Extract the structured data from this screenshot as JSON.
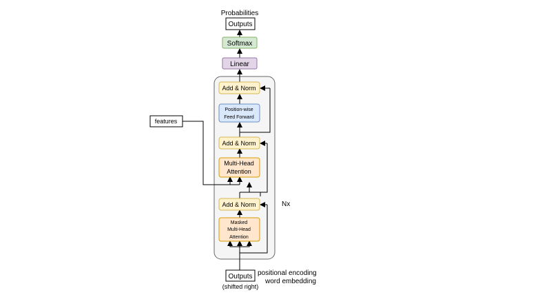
{
  "top": {
    "probabilities": "Probabilities",
    "outputs": "Outputs",
    "softmax": "Softmax",
    "linear": "Linear"
  },
  "block": {
    "add_norm_top": "Add & Norm",
    "ffn_line1": "Position-wise",
    "ffn_line2": "Feed Forward",
    "add_norm_mid": "Add & Norm",
    "mha_line1": "Multi-Head",
    "mha_line2": "Attention",
    "add_norm_bottom": "Add & Norm",
    "masked_line1": "Masked",
    "masked_line2": "Multi-Head",
    "masked_line3": "Attention",
    "repeat": "Nx"
  },
  "side": {
    "features": "features"
  },
  "bottom": {
    "outputs": "Outputs",
    "shifted": "(shifted right)",
    "pos_enc": "positional encoding",
    "word_emb": "word embedding"
  },
  "colors": {
    "add_norm_fill": "#fff2cc",
    "add_norm_stroke": "#d6b656",
    "ffn_fill": "#dae8fc",
    "ffn_stroke": "#6c8ebf",
    "attn_fill": "#ffe6cc",
    "attn_stroke": "#d79b00",
    "softmax_fill": "#d5e8d4",
    "softmax_stroke": "#82b366",
    "linear_fill": "#e1d5e7",
    "linear_stroke": "#9673a6",
    "block_fill": "#f5f5f5",
    "block_stroke": "#666666"
  }
}
